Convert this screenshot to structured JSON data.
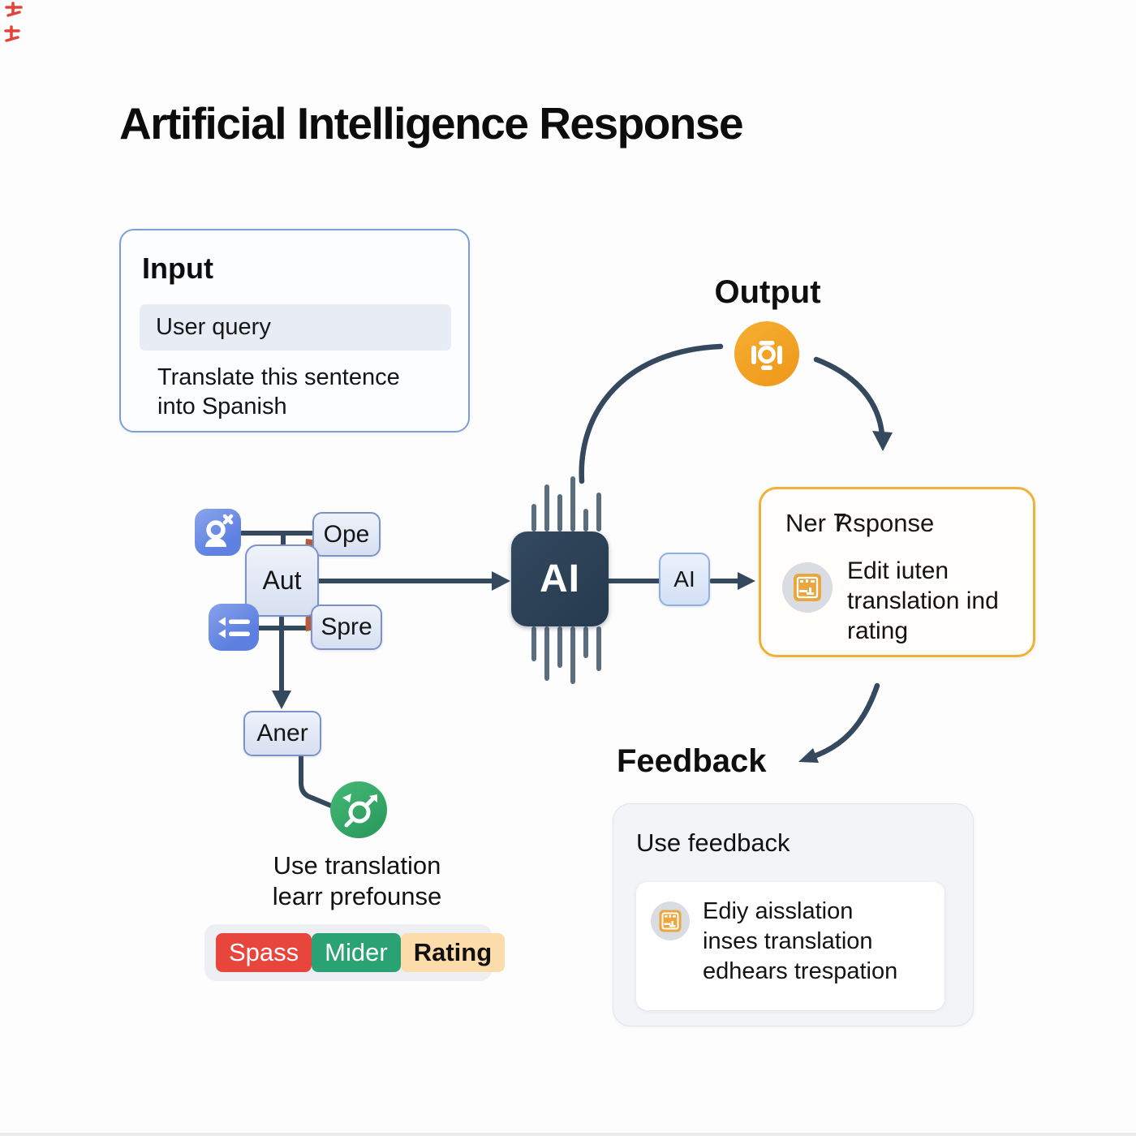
{
  "title": "Artificial Intelligence Response",
  "input_card": {
    "heading": "Input",
    "field_value": "User query",
    "description": "Translate this sentence\ninto Spanish"
  },
  "output": {
    "heading": "Output",
    "accent_color": "#f3a42a"
  },
  "flow": {
    "nodes": {
      "ope": "Ope",
      "aut": "Aut",
      "spre": "Spre",
      "aner": "Aner"
    },
    "chip_label": "AI",
    "relay_label": "AI",
    "caption": "Use translation\nlearr prefounse"
  },
  "response_card": {
    "heading_pre": "Ner ",
    "heading_glitch": "7",
    "heading_post": "Rsponse",
    "body": "Edit iuten\ntranslation ind\nrating",
    "border_color": "#eeb13c"
  },
  "feedback": {
    "heading": "Feedback",
    "card_title": "Use feedback",
    "body": "Ediy aisslation\ninses translation\nedhears trespation"
  },
  "badges": [
    {
      "label": "Spass",
      "bg": "#e8453c",
      "fg": "#ffffff",
      "bold": false
    },
    {
      "label": "Mider",
      "bg": "#2ba273",
      "fg": "#ffffff",
      "bold": false
    },
    {
      "label": "Rating",
      "bg": "#fbdcaa",
      "fg": "#111111",
      "bold": true
    }
  ],
  "colors": {
    "line": "#34495e",
    "chip_bg": "#2c4156",
    "node_border": "#7d93c8",
    "wedge": "#b85a3c",
    "green_icon": "#33a566",
    "blue_icon": "#6284e4",
    "input_border": "#7e9fd6"
  }
}
